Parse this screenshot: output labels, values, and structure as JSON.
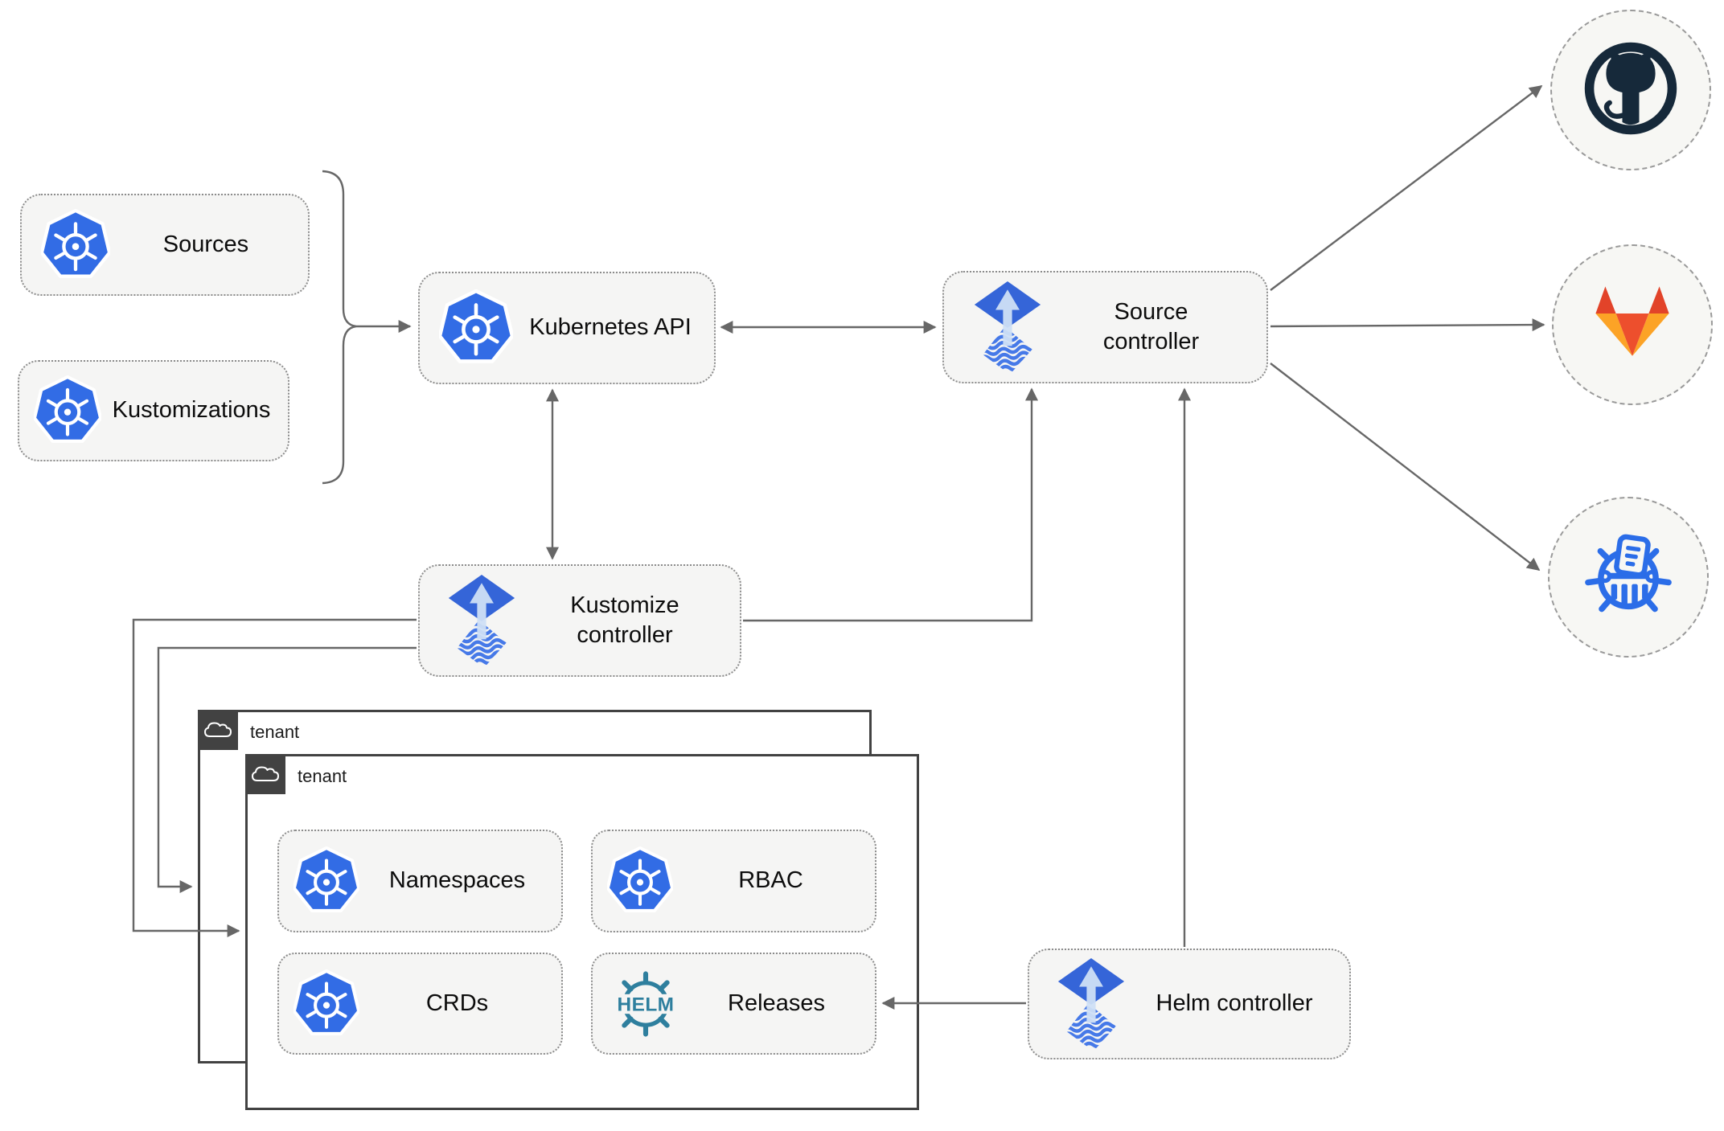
{
  "diagram": {
    "nodes": {
      "sources": {
        "label": "Sources",
        "icon": "kubernetes-icon"
      },
      "kustomizations": {
        "label": "Kustomizations",
        "icon": "kubernetes-icon"
      },
      "kubernetes_api": {
        "label": "Kubernetes API",
        "icon": "kubernetes-icon"
      },
      "source_controller": {
        "label": "Source controller",
        "icon": "flux-icon"
      },
      "kustomize_controller": {
        "label": "Kustomize controller",
        "icon": "flux-icon"
      },
      "helm_controller": {
        "label": "Helm controller",
        "icon": "flux-icon"
      },
      "namespaces": {
        "label": "Namespaces",
        "icon": "kubernetes-icon"
      },
      "rbac": {
        "label": "RBAC",
        "icon": "kubernetes-icon"
      },
      "crds": {
        "label": "CRDs",
        "icon": "kubernetes-icon"
      },
      "releases": {
        "label": "Releases",
        "icon": "helm-icon"
      }
    },
    "containers": {
      "tenant_back": {
        "label": "tenant",
        "icon": "cloud-icon"
      },
      "tenant_front": {
        "label": "tenant",
        "icon": "cloud-icon"
      }
    },
    "endpoints": {
      "github": {
        "icon": "github-icon"
      },
      "gitlab": {
        "icon": "gitlab-icon"
      },
      "registry": {
        "icon": "harbor-registry-icon"
      }
    },
    "helm_logo_text": "HELM",
    "colors": {
      "kubernetes_blue": "#326ce5",
      "flux_blue": "#3565d8",
      "flux_arrow_light": "#cfdff6",
      "helm_teal": "#2e7f9e",
      "github_dark": "#16293a",
      "gitlab_dark_orange": "#e24329",
      "gitlab_orange": "#ed4f2d",
      "gitlab_light_orange": "#fca326",
      "harbor_blue": "#2b6de8",
      "connector_gray": "#676767",
      "node_fill": "#f5f5f4",
      "tenant_border": "#424242"
    }
  }
}
